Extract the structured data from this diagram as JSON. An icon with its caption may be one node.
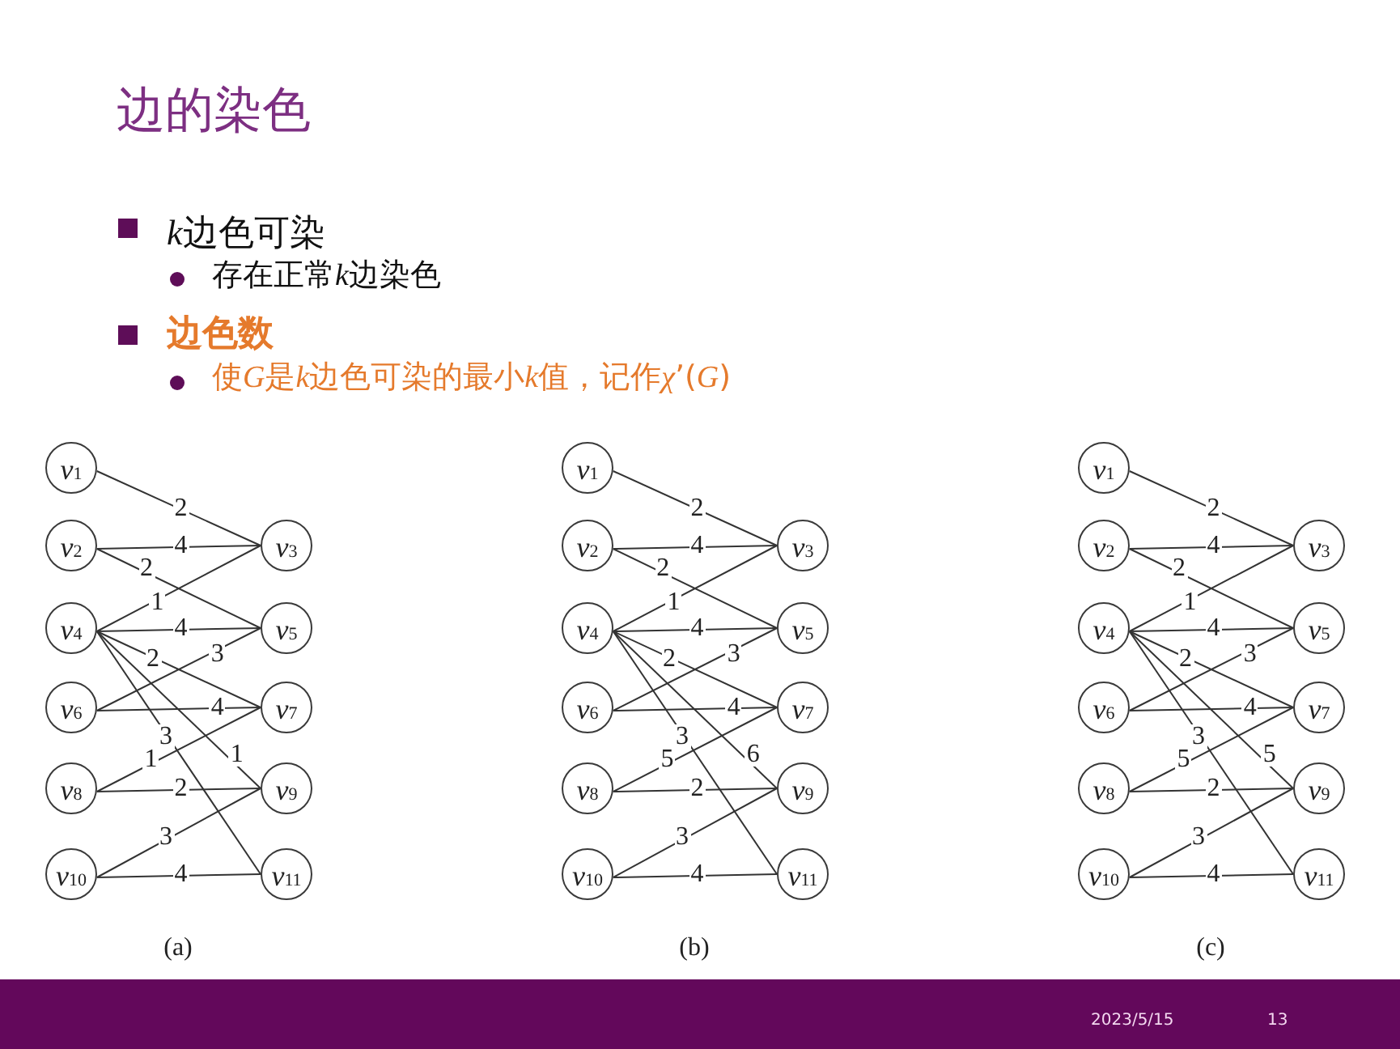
{
  "diagram": {
    "title": "边的染色",
    "nodes": [
      {
        "text": [
          "*v*$_{1}$"
        ]
      },
      {
        "text": [
          "*v*$_{2}$"
        ]
      },
      {
        "text": [
          "*v*$_{3}$"
        ]
      },
      {
        "text": [
          "*v*$_{4}$"
        ]
      },
      {
        "text": [
          "*v*$_{5}$"
        ]
      },
      {
        "text": [
          "*v*$_{6}$"
        ]
      },
      {
        "text": [
          "*v*$_{7}$"
        ]
      },
      {
        "text": [
          "*v*$_{8}$"
        ]
      },
      {
        "text": [
          "*v*$_{9}$"
        ]
      },
      {
        "text": [
          "*v*$_{10}$"
        ]
      },
      {
        "text": [
          "*v*$_{11}$"
        ]
      },
      {
        "text": [
          "*v*$_{1}$"
        ]
      },
      {
        "text": [
          "*v*$_{2}$"
        ]
      },
      {
        "text": [
          "*v*$_{3}$"
        ]
      },
      {
        "text": [
          "*v*$_{4}$"
        ]
      },
      {
        "text": [
          "*v*$_{5}$"
        ]
      },
      {
        "text": [
          "*v*$_{6}$"
        ]
      },
      {
        "text": [
          "*v*$_{7}$"
        ]
      },
      {
        "text": [
          "*v*$_{8}$"
        ]
      },
      {
        "text": [
          "*v*$_{9}$"
        ]
      },
      {
        "text": [
          "*v*$_{10}$"
        ]
      },
      {
        "text": [
          "*v*$_{11}$"
        ]
      },
      {
        "text": [
          "*v*$_{1}$"
        ]
      },
      {
        "text": [
          "*v*$_{2}$"
        ]
      },
      {
        "text": [
          "*v*$_{3}$"
        ]
      },
      {
        "text": [
          "*v*$_{4}$"
        ]
      },
      {
        "text": [
          "*v*$_{5}$"
        ]
      },
      {
        "text": [
          "*v*$_{6}$"
        ]
      },
      {
        "text": [
          "*v*$_{7}$"
        ]
      },
      {
        "text": [
          "*v*$_{8}$"
        ]
      },
      {
        "text": [
          "*v*$_{9}$"
        ]
      },
      {
        "text": [
          "*v*$_{10}$"
        ]
      },
      {
        "text": [
          "*v*$_{11}$"
        ]
      }
    ],
    "edges": [
      {
        "from": 0,
        "to": 2,
        "arrow": "none",
        "label": "2"
      },
      {
        "from": 1,
        "to": 2,
        "arrow": "none",
        "label": "4"
      },
      {
        "from": 1,
        "to": 4,
        "arrow": "none",
        "label": "2"
      },
      {
        "from": 3,
        "to": 2,
        "arrow": "none",
        "label": "1"
      },
      {
        "from": 3,
        "to": 4,
        "arrow": "none",
        "label": "4"
      },
      {
        "from": 3,
        "to": 6,
        "arrow": "none",
        "label": "2"
      },
      {
        "from": 5,
        "to": 4,
        "arrow": "none",
        "label": "3"
      },
      {
        "from": 5,
        "to": 6,
        "arrow": "none",
        "label": "4"
      },
      {
        "from": 3,
        "to": 10,
        "arrow": "none",
        "label": "3"
      },
      {
        "from": 3,
        "to": 8,
        "arrow": "none",
        "label": "1"
      },
      {
        "from": 7,
        "to": 6,
        "arrow": "none",
        "label": "1"
      },
      {
        "from": 7,
        "to": 8,
        "arrow": "none",
        "label": "2"
      },
      {
        "from": 9,
        "to": 8,
        "arrow": "none",
        "label": "3"
      },
      {
        "from": 9,
        "to": 10,
        "arrow": "none",
        "label": "4"
      },
      {
        "from": 11,
        "to": 13,
        "arrow": "none",
        "label": "2"
      },
      {
        "from": 12,
        "to": 13,
        "arrow": "none",
        "label": "4"
      },
      {
        "from": 12,
        "to": 15,
        "arrow": "none",
        "label": "2"
      },
      {
        "from": 14,
        "to": 13,
        "arrow": "none",
        "label": "1"
      },
      {
        "from": 14,
        "to": 15,
        "arrow": "none",
        "label": "4"
      },
      {
        "from": 14,
        "to": 17,
        "arrow": "none",
        "label": "2"
      },
      {
        "from": 16,
        "to": 15,
        "arrow": "none",
        "label": "3"
      },
      {
        "from": 16,
        "to": 17,
        "arrow": "none",
        "label": "4"
      },
      {
        "from": 14,
        "to": 21,
        "arrow": "none",
        "label": "3"
      },
      {
        "from": 14,
        "to": 19,
        "arrow": "none",
        "label": "6"
      },
      {
        "from": 18,
        "to": 17,
        "arrow": "none",
        "label": "5"
      },
      {
        "from": 18,
        "to": 19,
        "arrow": "none",
        "label": "2"
      },
      {
        "from": 20,
        "to": 19,
        "arrow": "none",
        "label": "3"
      },
      {
        "from": 20,
        "to": 21,
        "arrow": "none",
        "label": "4"
      },
      {
        "from": 22,
        "to": 24,
        "arrow": "none",
        "label": "2"
      },
      {
        "from": 23,
        "to": 24,
        "arrow": "none",
        "label": "4"
      },
      {
        "from": 23,
        "to": 26,
        "arrow": "none",
        "label": "2"
      },
      {
        "from": 25,
        "to": 24,
        "arrow": "none",
        "label": "1"
      },
      {
        "from": 25,
        "to": 26,
        "arrow": "none",
        "label": "4"
      },
      {
        "from": 25,
        "to": 28,
        "arrow": "none",
        "label": "2"
      },
      {
        "from": 27,
        "to": 26,
        "arrow": "none",
        "label": "3"
      },
      {
        "from": 27,
        "to": 28,
        "arrow": "none",
        "label": "4"
      },
      {
        "from": 25,
        "to": 32,
        "arrow": "none",
        "label": "3"
      },
      {
        "from": 25,
        "to": 30,
        "arrow": "none",
        "label": "5"
      },
      {
        "from": 29,
        "to": 28,
        "arrow": "none",
        "label": "5"
      },
      {
        "from": 29,
        "to": 30,
        "arrow": "none",
        "label": "2"
      },
      {
        "from": 31,
        "to": 30,
        "arrow": "none",
        "label": "3"
      },
      {
        "from": 31,
        "to": 32,
        "arrow": "none",
        "label": "4"
      }
    ],
    "labels": [
      "k边色可染",
      "存在正常k边染色",
      "边色数",
      "使G是k边色可染的最小k值，记作χ’(G)",
      "(a)",
      "(b)",
      "(c)",
      "2023/5/15",
      "13"
    ]
  }
}
